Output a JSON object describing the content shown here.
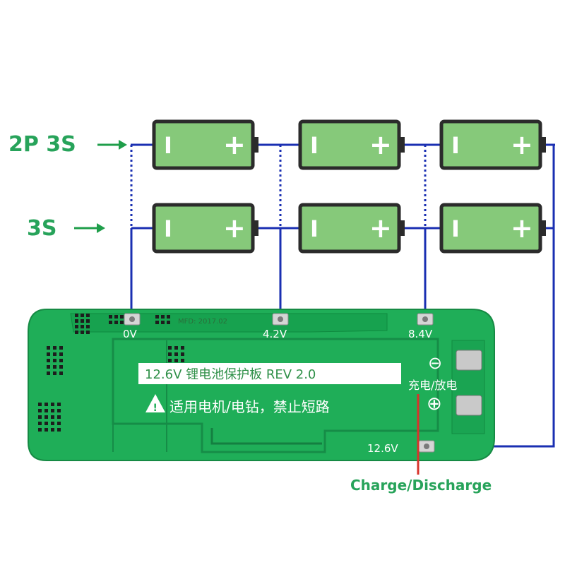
{
  "configs": {
    "top_label": "2P 3S",
    "bottom_label": "3S"
  },
  "battery": {
    "minus_symbol": "I",
    "plus_symbol": "+"
  },
  "board": {
    "pad_labels": [
      "0V",
      "4.2V",
      "8.4V"
    ],
    "output_label": "12.6V",
    "title": "12.6V 锂电池保护板 REV 2.0",
    "warning": "适用电机/电钻，禁止短路",
    "warning_symbol": "!",
    "port_label": "充电/放电",
    "port_minus": "⊖",
    "port_plus": "⊕",
    "date_code": "MFD: 2017.02"
  },
  "annotation": {
    "label": "Charge/Discharge"
  },
  "colors": {
    "board_green": "#1fae58",
    "battery_green": "#86c97a",
    "wire_blue": "#1a2fb2",
    "arrow_green": "#1f9e4a",
    "label_green": "#27a35a",
    "pointer_red": "#d8332b"
  }
}
